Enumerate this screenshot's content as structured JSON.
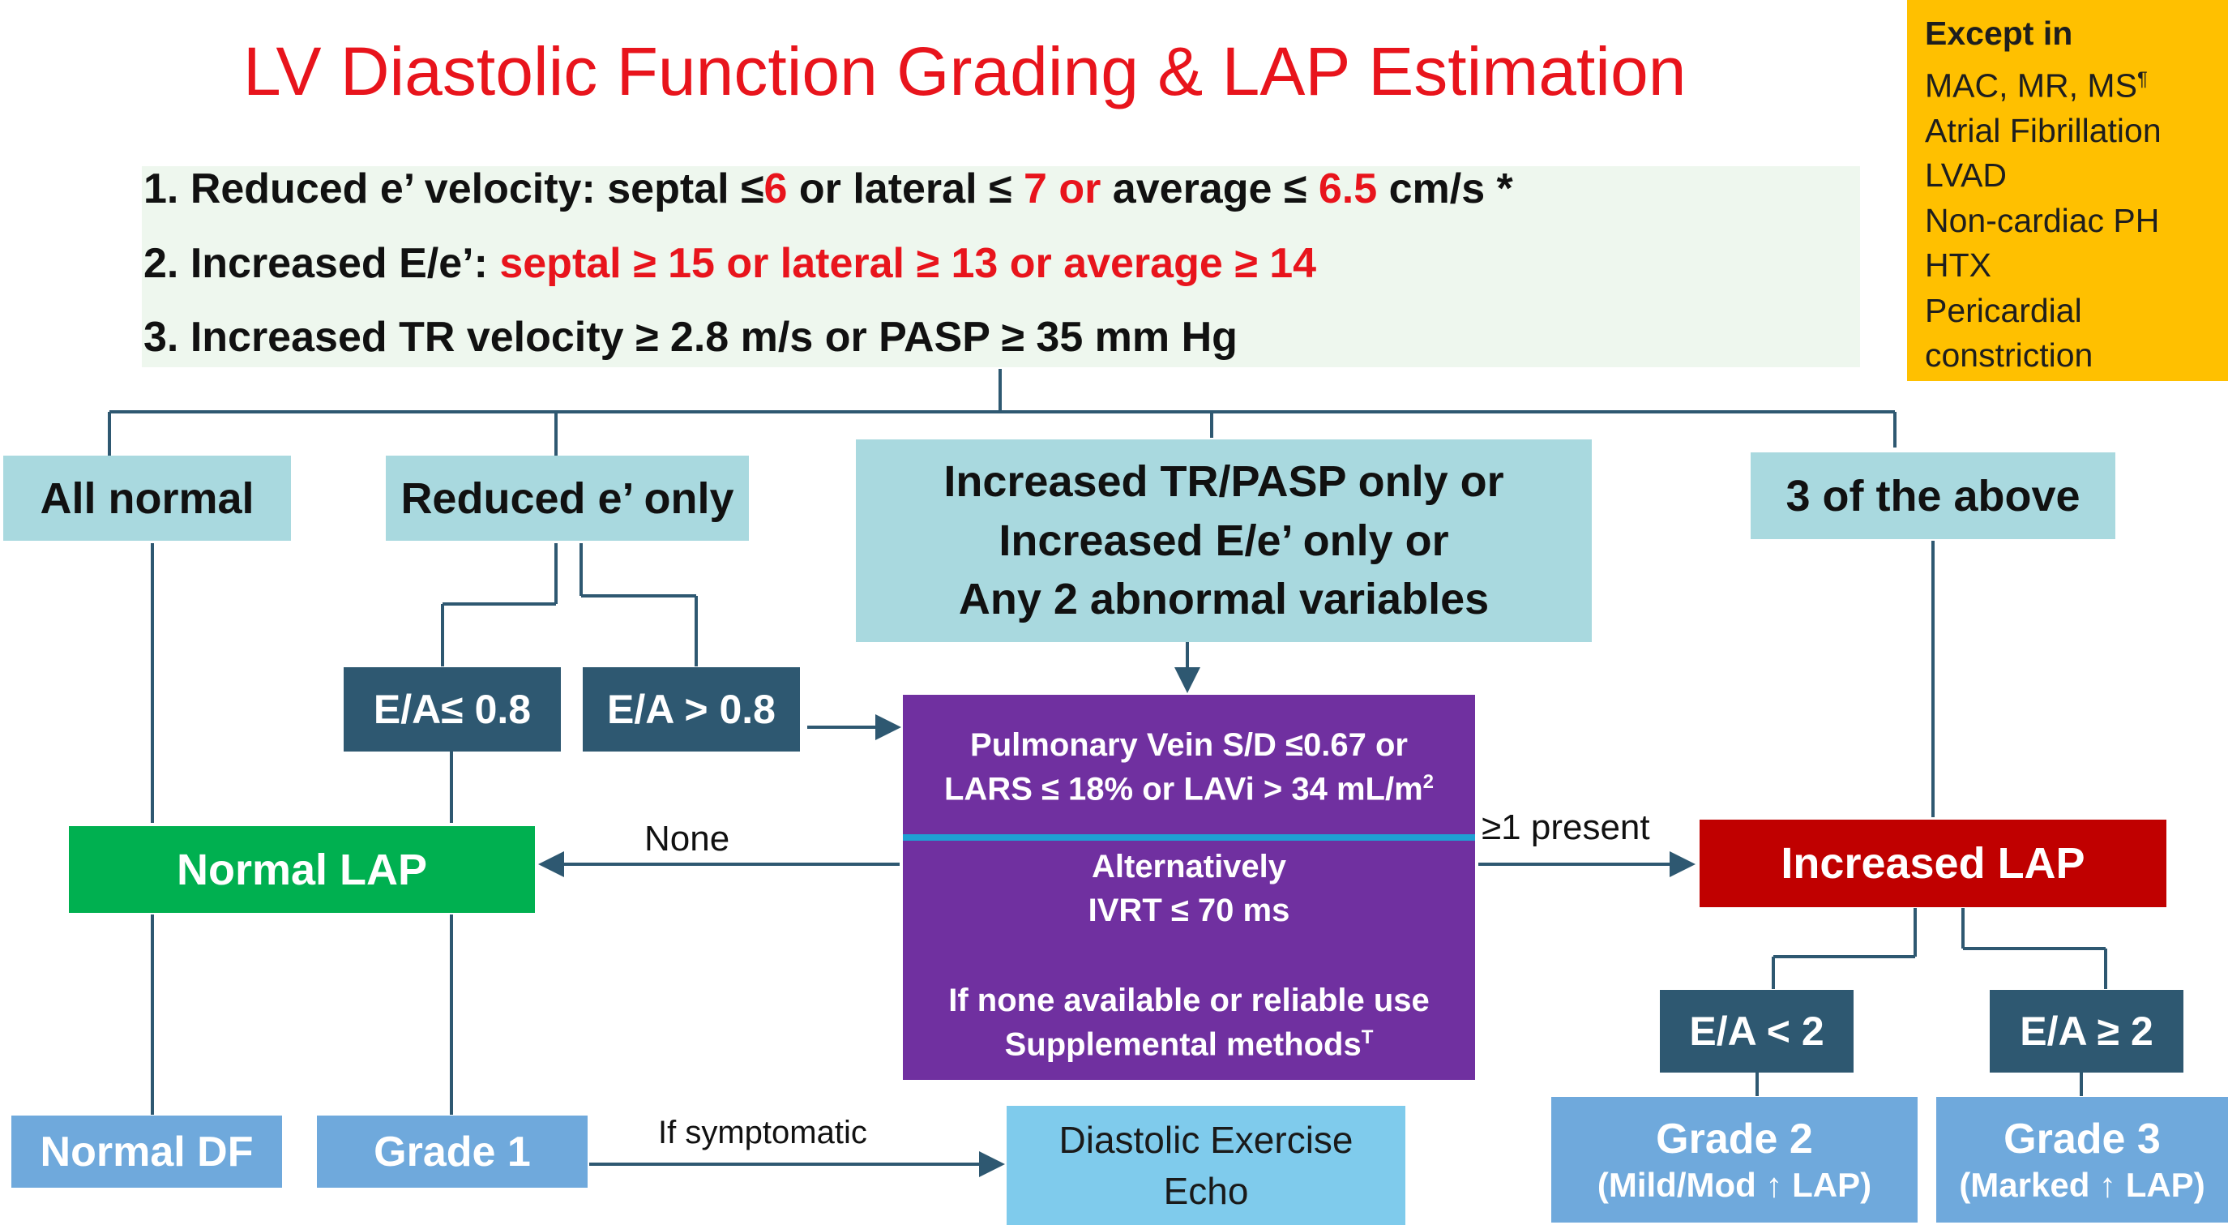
{
  "title": "LV Diastolic Function Grading & LAP Estimation",
  "criteria": {
    "c1": {
      "a": "1. Reduced e’ velocity:  septal ≤",
      "b": "6",
      "c": "  or lateral ≤ ",
      "d": "7 or",
      "e": " average ≤ ",
      "f": "6.5",
      "g": " cm/s *"
    },
    "c2": {
      "a": "2. Increased E/e’: ",
      "b": "septal ≥ 15 or lateral ≥ 13 or average ≥ 14"
    },
    "c3": "3. Increased TR velocity ≥ 2.8 m/s or PASP ≥ 35 mm Hg"
  },
  "exceptions": {
    "header": "Except in",
    "items": [
      "MAC, MR, MS",
      "Atrial Fibrillation",
      "LVAD",
      "Non-cardiac PH",
      "HTX",
      "Pericardial",
      "constriction"
    ],
    "mac_sup": "¶"
  },
  "categories": {
    "all_normal": "All normal",
    "reduced_e": "Reduced e’ only",
    "increased": [
      "Increased TR/PASP only or",
      "Increased E/e’ only or",
      "Any 2 abnormal variables"
    ],
    "three_above": "3 of the above"
  },
  "ea": {
    "le08": "E/A≤ 0.8",
    "gt08": "E/A > 0.8",
    "lt2": "E/A <  2",
    "ge2": "E/A ≥ 2"
  },
  "purple": {
    "line1": "Pulmonary Vein S/D ≤0.67 or",
    "line2": "LARS ≤ 18% or LAVi > 34 mL/m",
    "line2_sup": "2",
    "line3": "Alternatively",
    "line4": "IVRT  ≤ 70 ms",
    "line5": "If none available or reliable use",
    "line6": "Supplemental methods",
    "line6_sup": "T"
  },
  "outcomes": {
    "normal_lap": "Normal LAP",
    "increased_lap": "Increased LAP",
    "normal_df": "Normal DF",
    "grade1": "Grade 1",
    "grade2": "Grade 2",
    "grade2_sub": "(Mild/Mod ↑ LAP)",
    "grade3": "Grade 3",
    "grade3_sub": "(Marked ↑ LAP)",
    "exercise": [
      "Diastolic Exercise",
      "Echo"
    ]
  },
  "labels": {
    "none": "None",
    "present": "≥1 present",
    "symptomatic": "If symptomatic"
  },
  "colors": {
    "title_red": "#e8141c",
    "light_teal": "#a9d9df",
    "dark_teal": "#2e5871",
    "green": "#00b050",
    "dark_red": "#c00000",
    "purple": "#7030a0",
    "blue": "#6fa9dc",
    "orange": "#ffc000",
    "connector": "#2e5871"
  }
}
